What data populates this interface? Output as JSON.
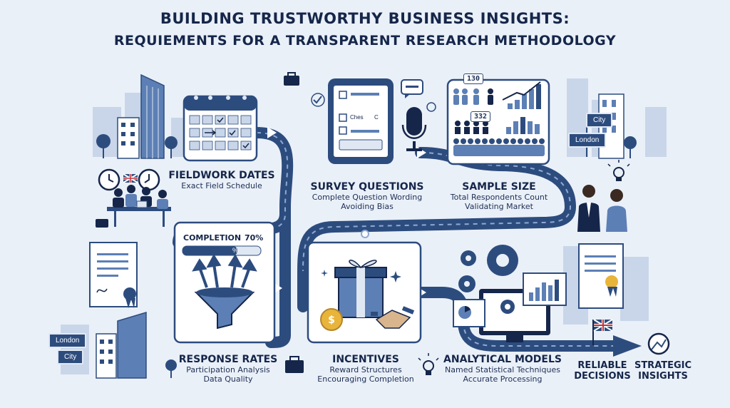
{
  "header": {
    "title_line1": "BUILDING TRUSTWORTHY BUSINESS INSIGHTS:",
    "title_line2": "REQUIEMENTS FOR A TRANSPARENT RESEARCH METHODOLOGY"
  },
  "steps": [
    {
      "title": "FIELDWORK DATES",
      "sub1": "Exact Field Schedule",
      "sub2": ""
    },
    {
      "title": "SURVEY QUESTIONS",
      "sub1": "Complete Question Wording",
      "sub2": "Avoiding Bias"
    },
    {
      "title": "SAMPLE SIZE",
      "sub1": "Total Respondents Count",
      "sub2": "Validating Market"
    },
    {
      "title": "RESPONSE RATES",
      "sub1": "Participation Analysis",
      "sub2": "Data Quality"
    },
    {
      "title": "INCENTIVES",
      "sub1": "Reward Structures",
      "sub2": "Encouraging Completion"
    },
    {
      "title": "ANALYTICAL MODELS",
      "sub1": "Named Statistical Techniques",
      "sub2": "Accurate Processing"
    }
  ],
  "completion": {
    "label": "COMPLETION",
    "value": "70%",
    "bar_fill": 0.7,
    "bar_text": "%"
  },
  "survey_form": {
    "option1": "Ches",
    "option2": "C"
  },
  "sample_counts": {
    "top": "130",
    "bottom": "332"
  },
  "signs": {
    "city_right": "City",
    "london_right": "London",
    "london_left": "London",
    "city_left": "City"
  },
  "outcomes": {
    "reliable_1": "RELIABLE",
    "reliable_2": "DECISIONS",
    "strategic_1": "STRATEGIC",
    "strategic_2": "INSIGHTS"
  },
  "colors": {
    "navy": "#2d4c7e",
    "dark": "#15264a",
    "light": "#dfe7f3",
    "gold": "#e8b43a"
  }
}
